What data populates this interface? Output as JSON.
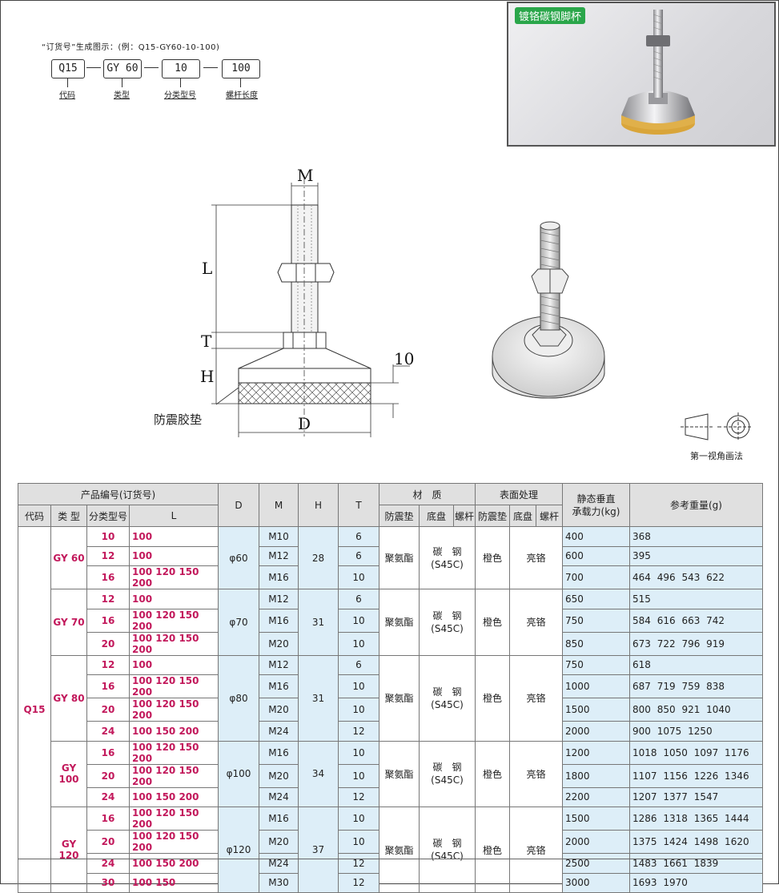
{
  "order_code": {
    "title": "“订货号”生成图示：(例：Q15-GY60-10-100)",
    "boxes": [
      "Q15",
      "GY 60",
      "10",
      "100"
    ],
    "labels": [
      "代码",
      "类型",
      "分类型号",
      "螺杆长度"
    ]
  },
  "photo": {
    "label": "镀铬碳钢脚杯"
  },
  "drawing": {
    "dims": {
      "M": "M",
      "L": "L",
      "T": "T",
      "H": "H",
      "ten": "10",
      "D": "D"
    },
    "rubber_label": "防震胶垫",
    "view_label": "第一视角画法"
  },
  "table": {
    "headers": {
      "product_no": "产品编号(订货号)",
      "code": "代码",
      "type": "类 型",
      "subtype": "分类型号",
      "L": "L",
      "D": "D",
      "M": "M",
      "H": "H",
      "T": "T",
      "material": "材　质",
      "pad": "防震垫",
      "base": "底盘",
      "screw": "螺杆",
      "surface": "表面处理",
      "pad2": "防震垫",
      "base2": "底盘",
      "screw2": "螺杆",
      "load": "静态垂直\n承载力(kg)",
      "weight": "参考重量(g)"
    },
    "code": "Q15",
    "groups": [
      {
        "type": "GY 60",
        "D": "φ60",
        "H": "28",
        "pad": "聚氨酯",
        "base": "碳　钢\n(S45C)",
        "pad_color": "橙色",
        "plating": "亮铬",
        "rows": [
          {
            "sub": "10",
            "L": "100",
            "M": "M10",
            "T": "6",
            "load": "400",
            "weight": "368"
          },
          {
            "sub": "12",
            "L": "100",
            "M": "M12",
            "T": "6",
            "load": "600",
            "weight": "395"
          },
          {
            "sub": "16",
            "L": "100 120 150 200",
            "M": "M16",
            "T": "10",
            "load": "700",
            "weight": "464  496  543  622"
          }
        ]
      },
      {
        "type": "GY 70",
        "D": "φ70",
        "H": "31",
        "pad": "聚氨酯",
        "base": "碳　钢\n(S45C)",
        "pad_color": "橙色",
        "plating": "亮铬",
        "rows": [
          {
            "sub": "12",
            "L": "100",
            "M": "M12",
            "T": "6",
            "load": "650",
            "weight": "515"
          },
          {
            "sub": "16",
            "L": "100 120 150 200",
            "M": "M16",
            "T": "10",
            "load": "750",
            "weight": "584  616  663  742"
          },
          {
            "sub": "20",
            "L": "100 120 150 200",
            "M": "M20",
            "T": "10",
            "load": "850",
            "weight": "673  722  796  919"
          }
        ]
      },
      {
        "type": "GY 80",
        "D": "φ80",
        "H": "31",
        "pad": "聚氨酯",
        "base": "碳　钢\n(S45C)",
        "pad_color": "橙色",
        "plating": "亮铬",
        "rows": [
          {
            "sub": "12",
            "L": "100",
            "M": "M12",
            "T": "6",
            "load": "750",
            "weight": "618"
          },
          {
            "sub": "16",
            "L": "100 120 150 200",
            "M": "M16",
            "T": "10",
            "load": "1000",
            "weight": "687  719  759  838"
          },
          {
            "sub": "20",
            "L": "100 120 150 200",
            "M": "M20",
            "T": "10",
            "load": "1500",
            "weight": "800  850  921  1040"
          },
          {
            "sub": "24",
            "L": "100 150 200",
            "M": "M24",
            "T": "12",
            "load": "2000",
            "weight": "900  1075  1250"
          }
        ]
      },
      {
        "type": "GY 100",
        "D": "φ100",
        "H": "34",
        "pad": "聚氨酯",
        "base": "碳　钢\n(S45C)",
        "pad_color": "橙色",
        "plating": "亮铬",
        "rows": [
          {
            "sub": "16",
            "L": "100 120 150 200",
            "M": "M16",
            "T": "10",
            "load": "1200",
            "weight": "1018 1050  1097  1176"
          },
          {
            "sub": "20",
            "L": "100 120 150 200",
            "M": "M20",
            "T": "10",
            "load": "1800",
            "weight": "1107 1156  1226  1346"
          },
          {
            "sub": "24",
            "L": "100 150 200",
            "M": "M24",
            "T": "12",
            "load": "2200",
            "weight": "1207 1377  1547"
          }
        ]
      },
      {
        "type": "GY 120",
        "D": "φ120",
        "H": "37",
        "pad": "聚氨酯",
        "base": "碳　钢\n(S45C)",
        "pad_color": "橙色",
        "plating": "亮铬",
        "rows": [
          {
            "sub": "16",
            "L": "100 120 150 200",
            "M": "M16",
            "T": "10",
            "load": "1500",
            "weight": "1286 1318  1365  1444"
          },
          {
            "sub": "20",
            "L": "100 120 150 200",
            "M": "M20",
            "T": "10",
            "load": "2000",
            "weight": "1375 1424  1498  1620"
          },
          {
            "sub": "24",
            "L": "100 150 200",
            "M": "M24",
            "T": "12",
            "load": "2500",
            "weight": "1483 1661  1839"
          },
          {
            "sub": "30",
            "L": "100 150",
            "M": "M30",
            "T": "12",
            "load": "3000",
            "weight": "1693 1970"
          }
        ]
      }
    ]
  }
}
